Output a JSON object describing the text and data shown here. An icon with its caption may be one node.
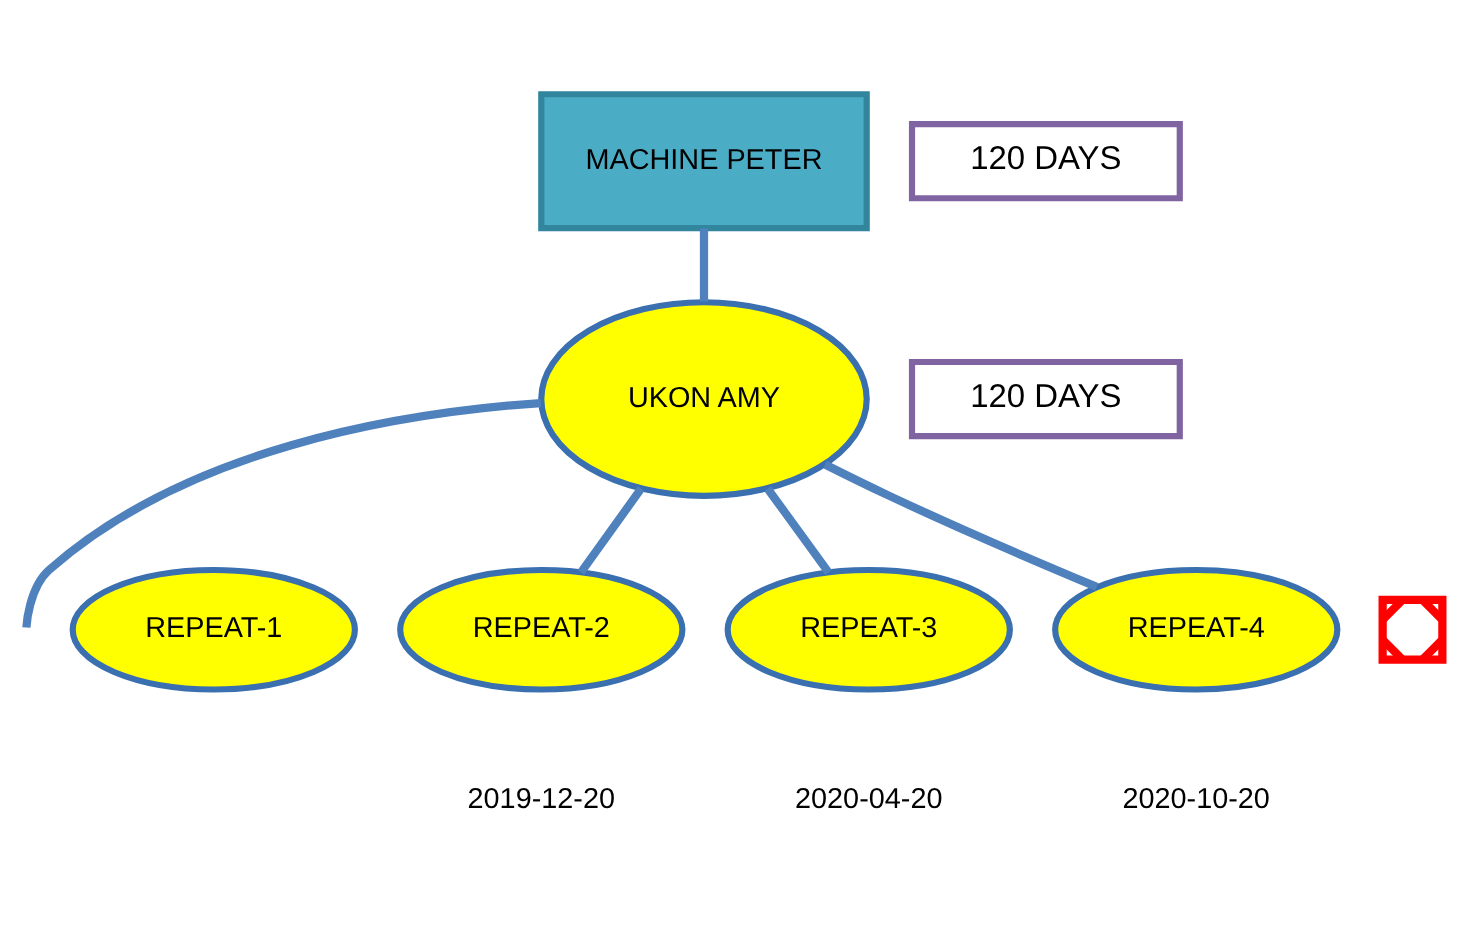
{
  "diagram": {
    "nodes": [
      {
        "text": [
          "MACHINE PETER"
        ]
      },
      {
        "text": [
          "UKON AMY"
        ]
      },
      {
        "text": [
          "REPEAT-1"
        ]
      },
      {
        "text": [
          "REPEAT-2"
        ],
        "beside": [
          "2019-12-20"
        ]
      },
      {
        "text": [
          "REPEAT-3"
        ],
        "beside": [
          "2020-04-20"
        ]
      },
      {
        "text": [
          "REPEAT-4"
        ],
        "beside": [
          "2020-10-20"
        ]
      },
      {
        "text": [
          "120 DAYS"
        ]
      },
      {
        "text": [
          "120 DAYS"
        ]
      },
      {
        "text": [],
        "shape": "cross"
      }
    ],
    "edges": [
      {
        "from": 0,
        "to": 1,
        "arrow": "none"
      },
      {
        "from": 1,
        "to": null,
        "arrow": "none"
      },
      {
        "from": 1,
        "to": 3,
        "arrow": "none"
      },
      {
        "from": 1,
        "to": 4,
        "arrow": "none"
      },
      {
        "from": 1,
        "to": 5,
        "arrow": "none"
      }
    ]
  }
}
